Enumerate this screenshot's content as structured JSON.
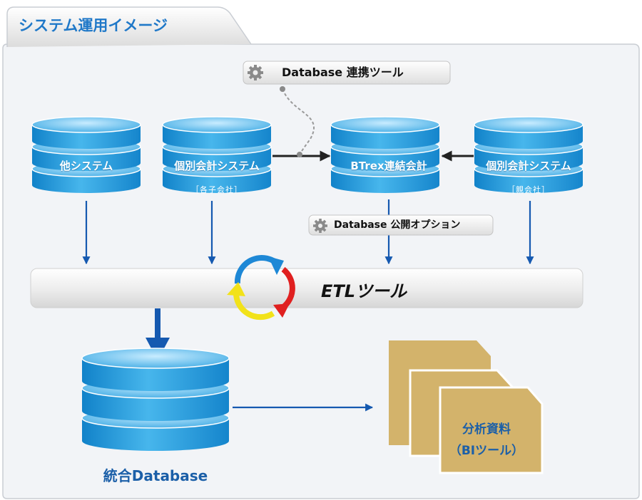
{
  "header": {
    "title": "システム運用イメージ"
  },
  "tools": {
    "database_link": "Database 連携ツール",
    "database_publish": "Database 公開オプション",
    "etl": "ETLツール"
  },
  "sources": [
    {
      "name": "他システム",
      "sub": ""
    },
    {
      "name": "個別会計システム",
      "sub": "［各子会社］"
    },
    {
      "name": "BTrex連結会計",
      "sub": ""
    },
    {
      "name": "個別会計システム",
      "sub": "［親会社］"
    }
  ],
  "integrated": {
    "label": "統合Database"
  },
  "analysis": {
    "line1": "分析資料",
    "line2": "（BIツール）"
  },
  "colors": {
    "title": "#1f78c8",
    "arrow_blue": "#1559b0",
    "arrow_dark": "#222222",
    "db_blue": "#1b9ad8",
    "doc": "#d3b36b",
    "cycle": [
      "#1e88d6",
      "#e02020",
      "#f2e21a"
    ]
  }
}
